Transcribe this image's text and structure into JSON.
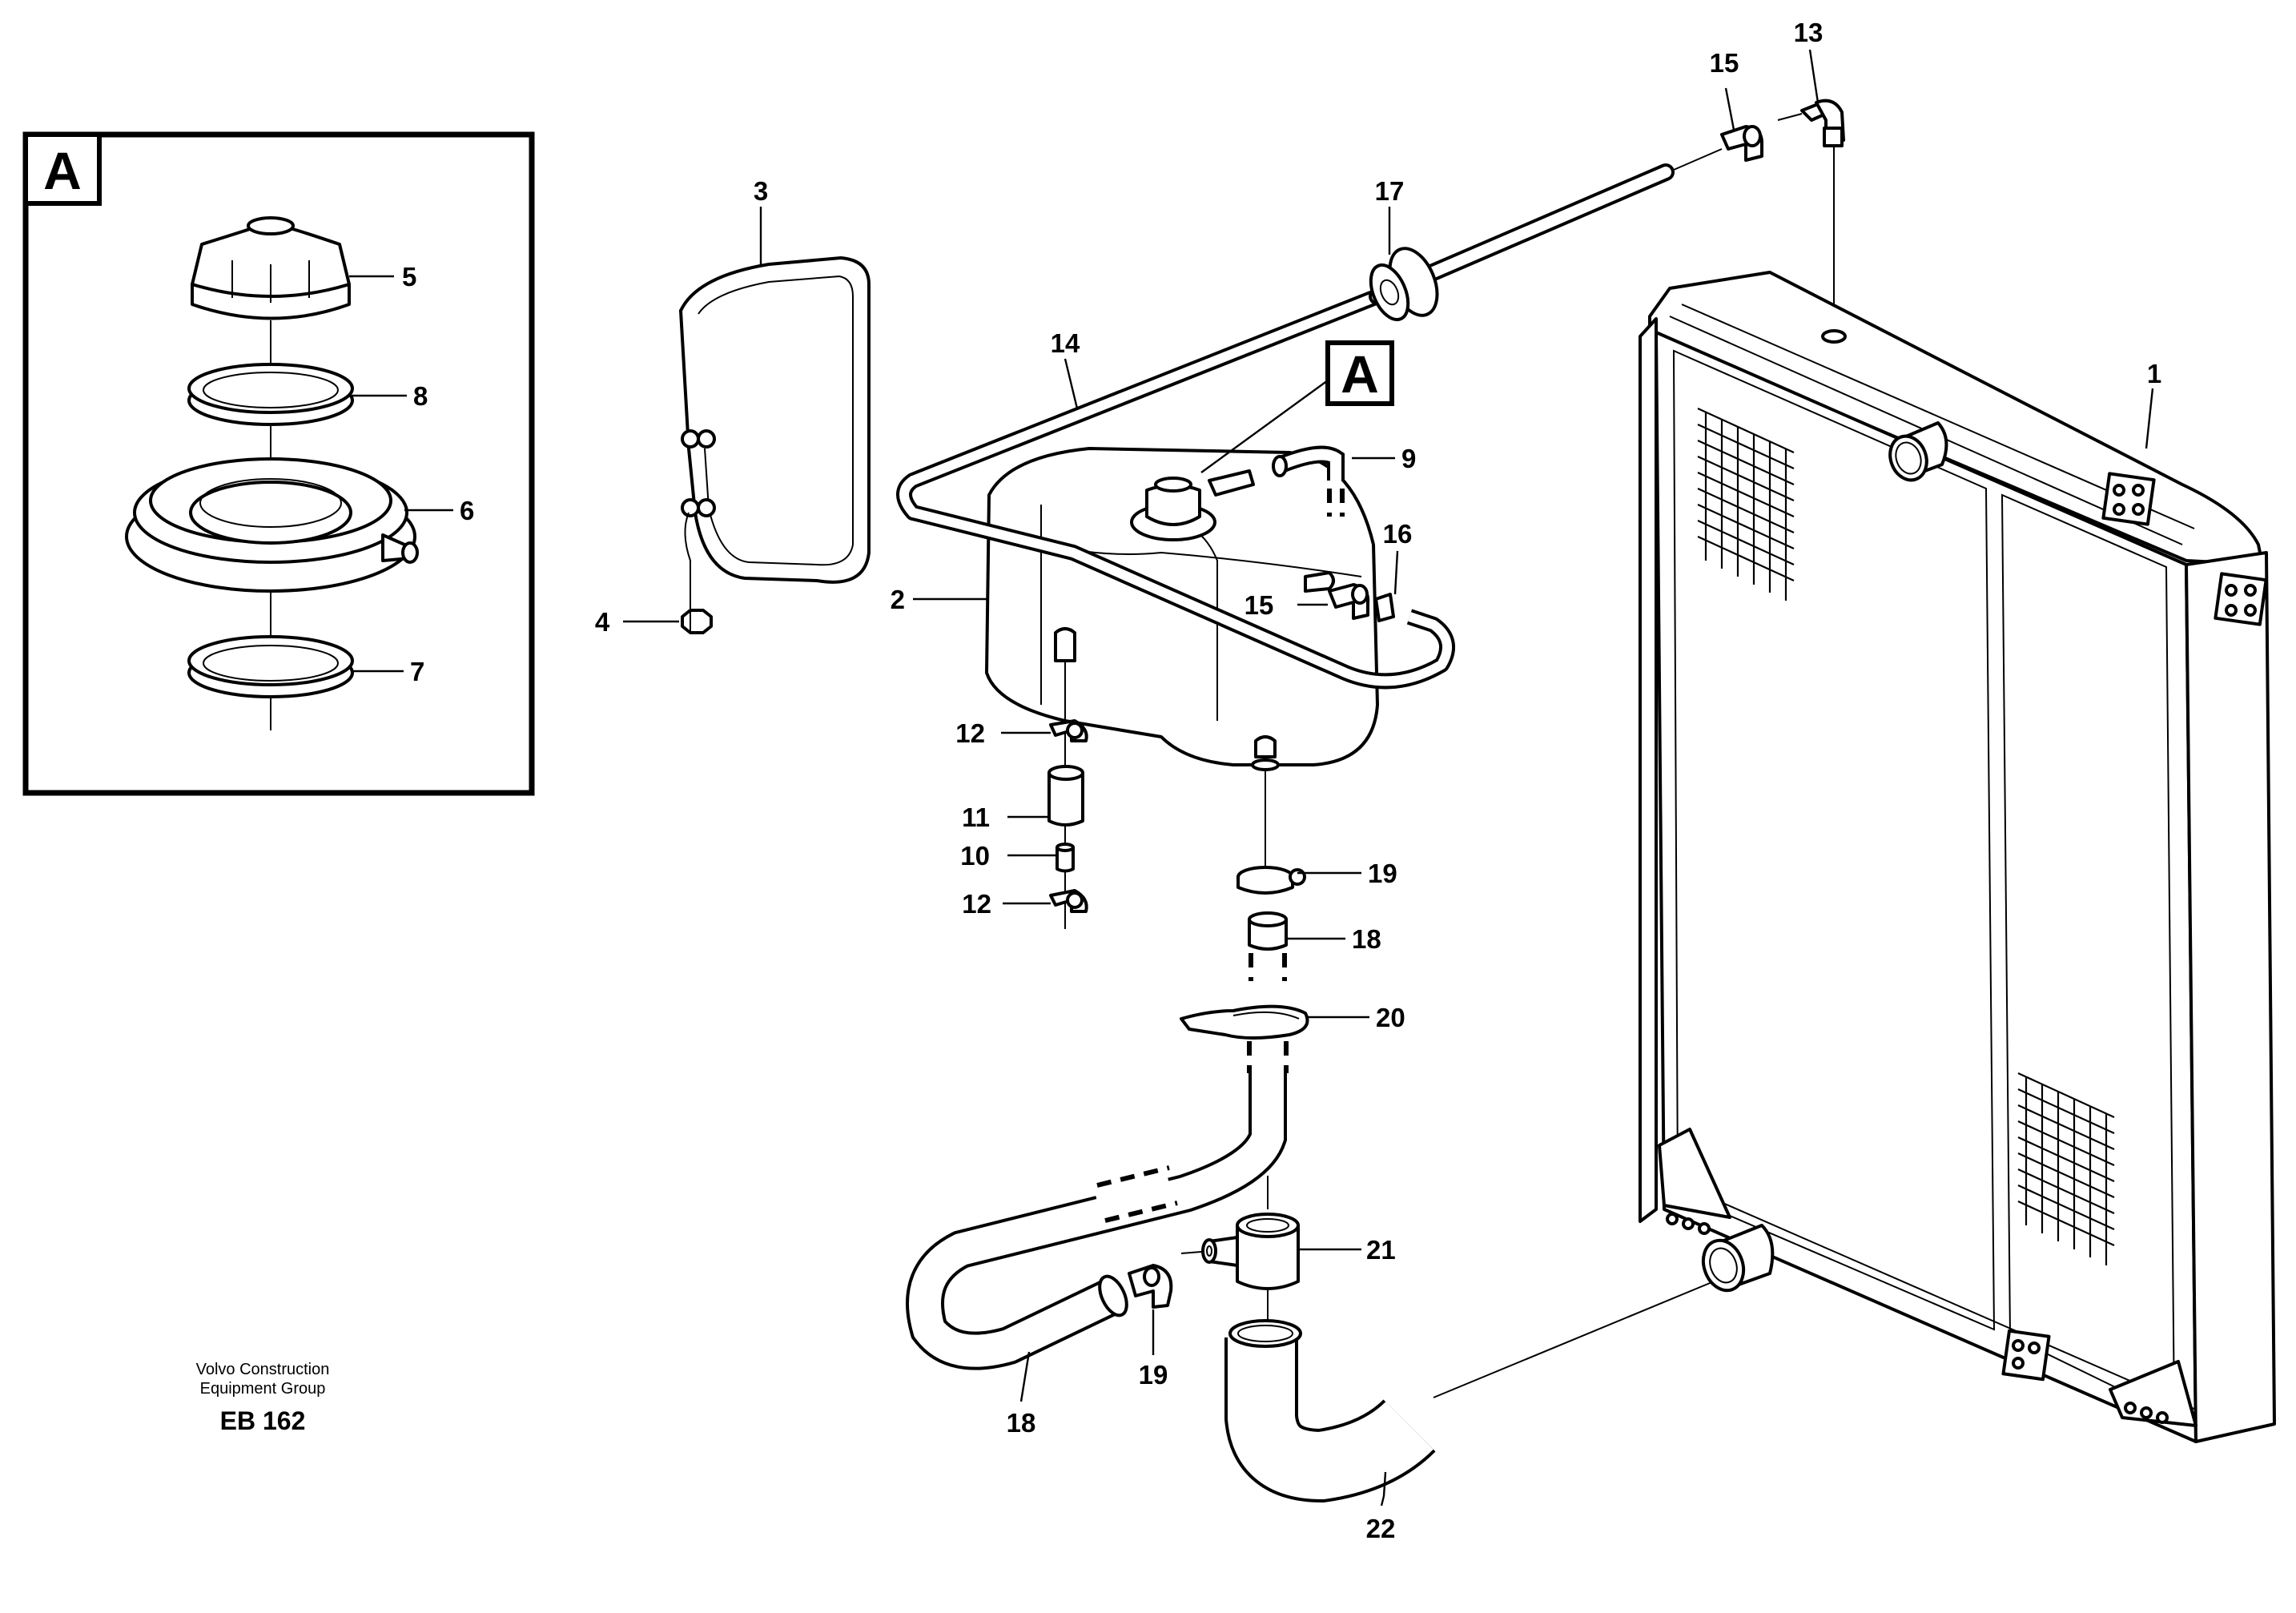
{
  "detail_box": {
    "label": "A",
    "callouts": [
      "5",
      "8",
      "6",
      "7"
    ]
  },
  "detail_marker": {
    "label": "A"
  },
  "callouts": [
    {
      "id": "c1",
      "text": "1"
    },
    {
      "id": "c2",
      "text": "2"
    },
    {
      "id": "c3",
      "text": "3"
    },
    {
      "id": "c4",
      "text": "4"
    },
    {
      "id": "c9",
      "text": "9"
    },
    {
      "id": "c10",
      "text": "10"
    },
    {
      "id": "c11",
      "text": "11"
    },
    {
      "id": "c12a",
      "text": "12"
    },
    {
      "id": "c12b",
      "text": "12"
    },
    {
      "id": "c13",
      "text": "13"
    },
    {
      "id": "c14",
      "text": "14"
    },
    {
      "id": "c15a",
      "text": "15"
    },
    {
      "id": "c15b",
      "text": "15"
    },
    {
      "id": "c16",
      "text": "16"
    },
    {
      "id": "c17",
      "text": "17"
    },
    {
      "id": "c18a",
      "text": "18"
    },
    {
      "id": "c18b",
      "text": "18"
    },
    {
      "id": "c19a",
      "text": "19"
    },
    {
      "id": "c19b",
      "text": "19"
    },
    {
      "id": "c20",
      "text": "20"
    },
    {
      "id": "c21",
      "text": "21"
    },
    {
      "id": "c22",
      "text": "22"
    }
  ],
  "caption": {
    "line1": "Volvo Construction",
    "line2": "Equipment Group",
    "code": "EB 162"
  }
}
